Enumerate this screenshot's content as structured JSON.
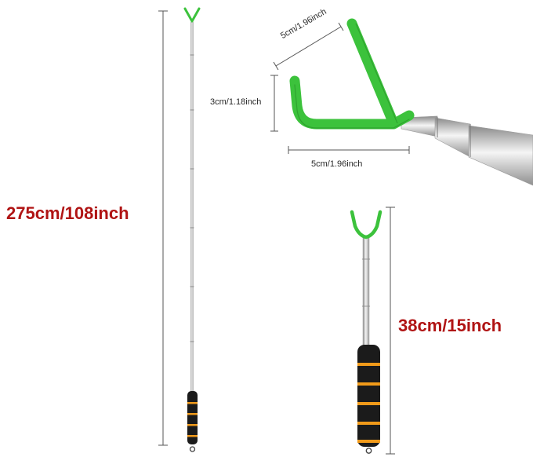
{
  "dimensions": {
    "total_length": "275cm/108inch",
    "collapsed_length": "38cm/15inch",
    "hook_height": "3cm/1.18inch",
    "hook_bottom_width": "5cm/1.96inch",
    "hook_arm_length": "5cm/1.96inch"
  },
  "colors": {
    "hook_green": "#3cc23c",
    "hook_green_dark": "#238a23",
    "dimension_text": "#b01414",
    "dimension_line": "#555555",
    "handle_black": "#1b1b1b",
    "handle_orange": "#f09a1a"
  }
}
